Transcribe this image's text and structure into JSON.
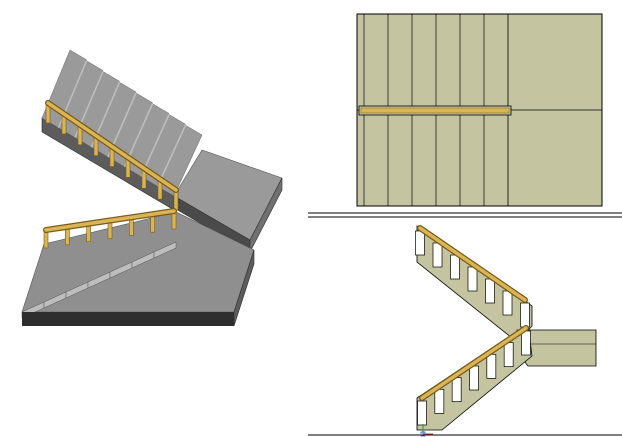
{
  "views": [
    {
      "id": "isometric",
      "label": ""
    },
    {
      "id": "plan",
      "label": ""
    },
    {
      "id": "elevation",
      "label": ""
    }
  ],
  "colors": {
    "background": "#ffffff",
    "concrete_top": "#9a9a9a",
    "concrete_riser": "#bdbdbd",
    "concrete_side": "#5c5c5c",
    "concrete_dark": "#2e2e2e",
    "drawing_fill": "#c4c5a0",
    "drawing_line": "#000000",
    "rail_fill": "#d8b657",
    "rail_edge": "#7d5a14",
    "baluster_fill": "#ffffff"
  },
  "icons": [
    "ucs-axis-icon"
  ]
}
